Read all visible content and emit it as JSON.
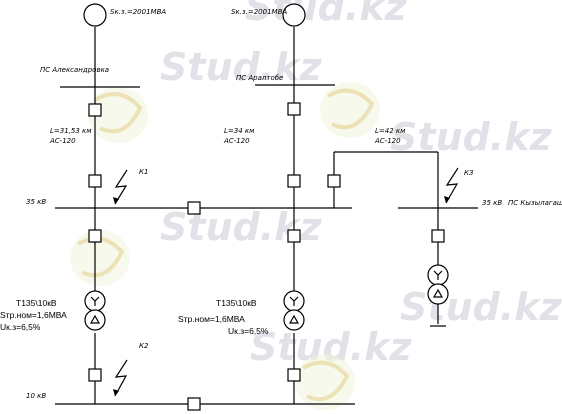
{
  "sources": [
    {
      "label": "Sк.з.=2001МВА"
    },
    {
      "label": "Sк.з.=2001МВА"
    }
  ],
  "substations": {
    "left": "ПС Александровка",
    "middle": "ПС Аралтобе",
    "right": "ПС Кызылагаш"
  },
  "lines": {
    "left": {
      "length": "L=31,53 км",
      "wire": "АС-120"
    },
    "middle": {
      "length": "L=34  км",
      "wire": "АС-120"
    },
    "right": {
      "length": "L=42 км",
      "wire": "АС-120"
    }
  },
  "buses": {
    "hv_left": "35 кВ",
    "hv_right": "35 кВ",
    "lv": "10 кВ"
  },
  "fault_points": [
    "К1",
    "К2",
    "К3"
  ],
  "transformers": [
    {
      "type": "Т135\\10кВ",
      "rating": "Sтр.ном=1,6МВА",
      "uk": "Uк.з=6,5%"
    },
    {
      "type": "Т135\\10кВ",
      "rating": "Sтр.ном=1,6МВА",
      "uk": "Uк.з=6,5%"
    }
  ],
  "watermark": "Stud.kz"
}
